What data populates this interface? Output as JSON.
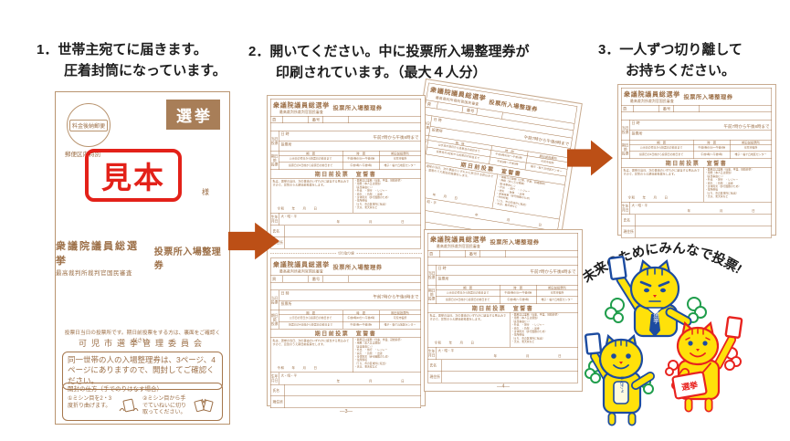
{
  "steps": {
    "step1": {
      "line1": "1．世帯主宛てに届きます。",
      "line2": "圧着封筒になっています。"
    },
    "step2": {
      "line1": "2．開いてください。中に投票所入場整理券が",
      "line2": "印刷されています。（最大４人分）"
    },
    "step3": {
      "line1": "3．一人ずつ切り離して",
      "line2": "お持ちください。"
    }
  },
  "envelope": {
    "postage_stamp": "料金後納郵便",
    "postal_note": "郵便区内特別",
    "election_label": "選挙",
    "sample_stamp": "見本",
    "addressee_suffix": "様",
    "title1": "衆議院議員総選挙",
    "title2": "最高裁判所裁判官国民審査",
    "title3": "投票所入場整理券",
    "note_small": "投票日当日の投票所です。期日前投票をする方は、裏面をご確認ください。",
    "committee": "可児市選挙管理委員会",
    "notice_box": "同一世帯の人の入場整理券は、3ページ、4ページにありますので、開封してご確認ください。",
    "open_box_title": "開封の仕方（手でのりはなす場合）",
    "open_step1": "①ミシン目を2・3度折り曲げます。",
    "open_step2": "②ミシン目から手でていねいに切り取ってください。"
  },
  "ticket": {
    "title1": "衆議院議員総選挙",
    "title2": "最高裁判所裁判官国民審査",
    "title3": "投票所入場整理券",
    "page_label": "頁",
    "number_label": "番号",
    "today_label": "当日 投票",
    "datetime_label": "日 時",
    "datetime_value": "午前7時から午後8時まで",
    "place_label": "投票所",
    "early_label": "期日前 投票",
    "early_cols": {
      "period": "期　間",
      "time": "時　間",
      "place": "期日前投票所"
    },
    "early_rows": [
      {
        "period": "公示日の翌日から投票日の前日まで",
        "time": "午前8時30分〜午後8時",
        "place": "可児市役所"
      },
      {
        "period": "投票日の4日前から投票日の前日まで",
        "time": "午前9時〜午後5時",
        "place": "帷子・桜ケ丘地区センター"
      }
    ],
    "decl_title": "期日前投票　宣誓書",
    "decl_text": "私は、選挙の当日、次の事由のいずれかに該当する見込みですので、宣誓のうえ期日前投票をします。",
    "decl_date": "令和　　年　　月　　日",
    "reasons": [
      "・職務又は業務（仕事、学業、冠婚葬祭）",
      "・用務（本人又は親族）",
      "（該当事由に○）",
      "・外出　・旅行　・レジャー",
      "・病気　・負傷　・出産",
      "・身体障害（歩行困難のため）",
      "・住所移転",
      "（うち、市の区域外に転出）",
      "・天災、悪天候など"
    ],
    "birth_label": "生年 月日",
    "era": "大・昭・平",
    "y": "年",
    "m": "月",
    "d": "日",
    "name_label": "氏名",
    "addr_label": "現住所",
    "cut_line": "切り取り線",
    "page3": "―3―",
    "page4": "―4―"
  },
  "mascots": {
    "slogan": "未来のためにみんなで投票!",
    "tie_text": "選挙",
    "badge_text": "せんきょ",
    "bag_text": "選挙"
  },
  "colors": {
    "brown": "#a5764c",
    "red": "#e32119",
    "arrow": "#bc4f16",
    "mascot_yellow": "#ffe10a",
    "mascot_blue": "#1c4ba0",
    "mascot_green": "#1f9d4b",
    "mascot_red": "#e8231f"
  }
}
